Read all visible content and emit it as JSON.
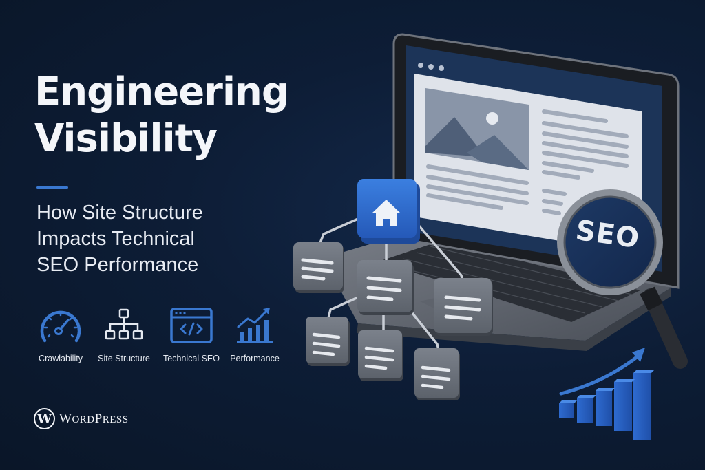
{
  "hero": {
    "title_lines": [
      "Engineering",
      "Visibility"
    ],
    "subtitle_lines": [
      "How Site Structure",
      "Impacts Technical",
      "SEO Performance"
    ]
  },
  "features": [
    {
      "icon": "speedometer-icon",
      "label": "Crawlability"
    },
    {
      "icon": "sitemap-hierarchy-icon",
      "label": "Site Structure"
    },
    {
      "icon": "code-window-icon",
      "label": "Technical SEO"
    },
    {
      "icon": "growth-chart-icon",
      "label": "Performance"
    }
  ],
  "brand": {
    "logo_glyph": "W",
    "name_lead": "W",
    "name_rest": "ORD",
    "name_lead2": "P",
    "name_rest2": "RESS"
  },
  "illustration": {
    "magnifier_text": "SEO",
    "browser_dots": 3,
    "sitemap_nodes": 7,
    "growth_bars": 5
  },
  "colors": {
    "background": "#0c1a30",
    "accent_blue": "#3a78d0",
    "node_gray": "#6b7280",
    "home_node_blue": "#2f6fd6",
    "screen_light": "#dfe3ea"
  }
}
